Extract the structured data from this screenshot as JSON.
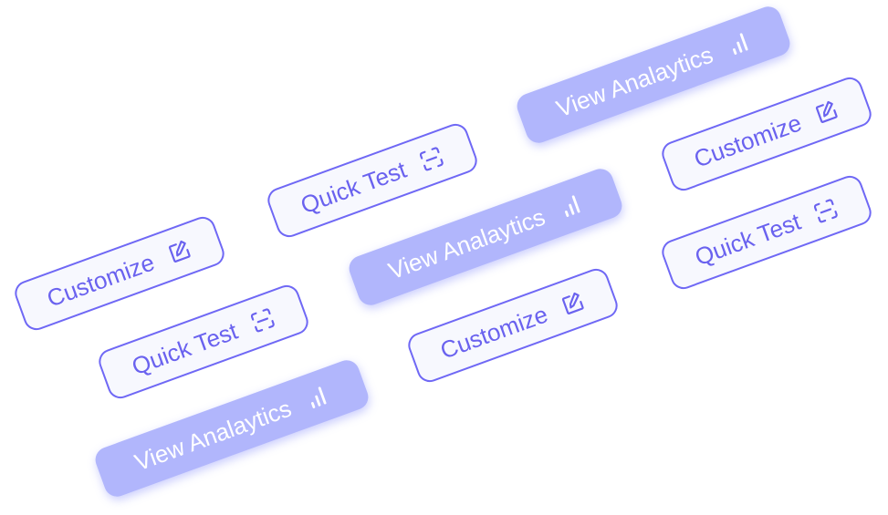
{
  "buttons": {
    "customize_label": "Customize",
    "quick_test_label": "Quick Test",
    "view_analytics_label": "View Analaytics"
  },
  "icons": {
    "customize": "edit-icon",
    "quick_test": "scan-icon",
    "view_analytics": "bar-chart-icon"
  },
  "colors": {
    "outline_border": "#6f68f5",
    "outline_text": "#6a62ef",
    "outline_bg": "#f7f8fe",
    "filled_bg": "#b1b6fc",
    "filled_text": "#ffffff"
  }
}
